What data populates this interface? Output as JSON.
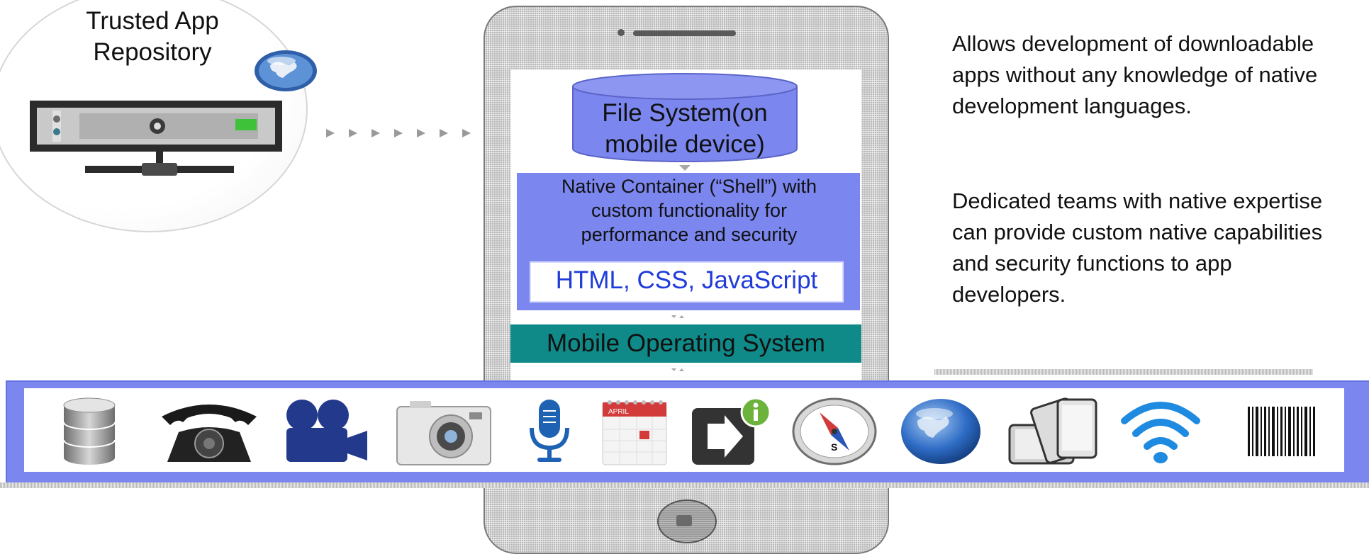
{
  "repository": {
    "title_line1": "Trusted App",
    "title_line2": "Repository"
  },
  "stack": {
    "file_system_line1": "File System(on",
    "file_system_line2": "mobile device)",
    "container_line1": "Native Container (“Shell”) with",
    "container_line2": "custom functionality for",
    "container_line3": "performance and security",
    "web_tech": "HTML, CSS, JavaScript",
    "os": "Mobile Operating System"
  },
  "description": {
    "paragraph1": "Allows development of downloadable apps without any knowledge of native development languages.",
    "paragraph2": "Dedicated teams with native expertise can provide custom native capabilities and security functions to app developers."
  },
  "capabilities": [
    {
      "icon": "database-icon"
    },
    {
      "icon": "telephone-icon"
    },
    {
      "icon": "video-camera-icon"
    },
    {
      "icon": "photo-camera-icon"
    },
    {
      "icon": "microphone-icon"
    },
    {
      "icon": "calendar-icon",
      "text": "APRIL"
    },
    {
      "icon": "share-info-icon"
    },
    {
      "icon": "compass-icon",
      "text": "S"
    },
    {
      "icon": "globe-icon"
    },
    {
      "icon": "devices-icon"
    },
    {
      "icon": "wifi-icon"
    },
    {
      "icon": "barcode-icon"
    }
  ],
  "colors": {
    "container": "#7b86ef",
    "os_bar": "#0f8a88",
    "web_text": "#1f3bd9",
    "cap_frame": "#7b86ef"
  }
}
